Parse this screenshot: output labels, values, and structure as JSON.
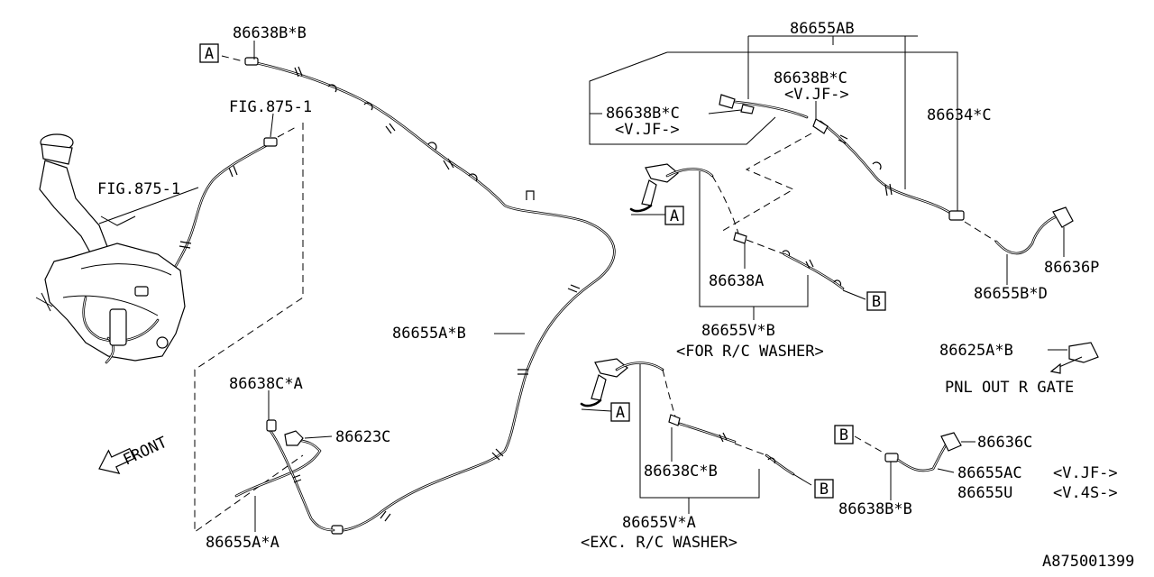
{
  "parts": {
    "p86638B_B": "86638B*B",
    "fig_top": "FIG.875-1",
    "fig_left": "FIG.875-1",
    "p86655A_B": "86655A*B",
    "p86638C_A": "86638C*A",
    "p86623C": "86623C",
    "p86655A_A": "86655A*A",
    "front": "FRONT",
    "p86655AB": "86655AB",
    "p86638B_C_top": "86638B*C",
    "vjf_top": "<V.JF->",
    "p86638B_C_left": "86638B*C",
    "vjf_left": "<V.JF->",
    "p86634_C": "86634*C",
    "p86636P": "86636P",
    "p86655B_D": "86655B*D",
    "p86638A": "86638A",
    "p86655V_B": "86655V*B",
    "for_rc": "<FOR R/C WASHER>",
    "p86625A_B": "86625A*B",
    "pnl": "PNL OUT R GATE",
    "p86638C_B": "86638C*B",
    "p86655V_A": "86655V*A",
    "exc_rc": "<EXC. R/C WASHER>",
    "p86636C": "86636C",
    "p86655AC": "86655AC",
    "vjf_right": "<V.JF->",
    "p86655U": "86655U",
    "v4s": "<V.4S->",
    "p86638B_B2": "86638B*B",
    "code": "A875001399"
  },
  "refs": {
    "a1": "A",
    "a2": "A",
    "a3": "A",
    "b1": "B",
    "b2": "B",
    "b3": "B"
  }
}
